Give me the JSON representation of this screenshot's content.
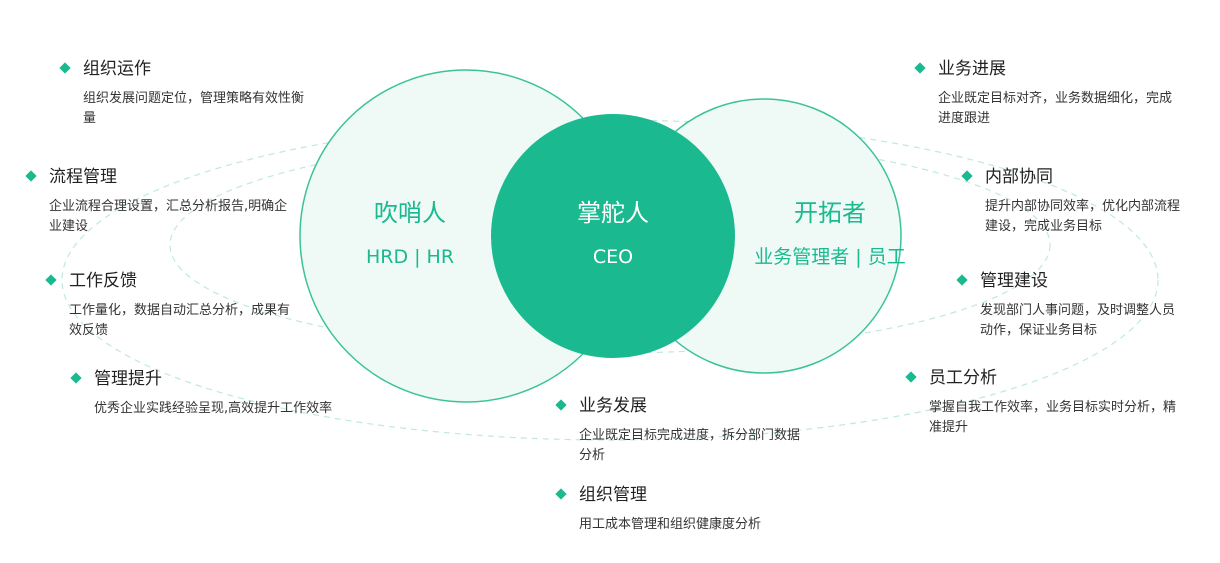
{
  "colors": {
    "accent": "#1bb98f",
    "circle_fill": "#eefaf6",
    "circle_stroke": "#3cc29b",
    "orbit": "#bfe9dc"
  },
  "circles": {
    "left": {
      "title": "吹哨人",
      "subtitle": "HRD | HR"
    },
    "center": {
      "title": "掌舵人",
      "subtitle": "CEO"
    },
    "right": {
      "title": "开拓者",
      "subtitle": "业务管理者 | 员工"
    }
  },
  "features": {
    "org_ops": {
      "title": "组织运作",
      "desc": "组织发展问题定位，管理策略有效性衡量"
    },
    "process_mgmt": {
      "title": "流程管理",
      "desc": "企业流程合理设置，汇总分析报告,明确企业建设"
    },
    "work_feedback": {
      "title": "工作反馈",
      "desc": "工作量化，数据自动汇总分析，成果有效反馈"
    },
    "mgmt_improve": {
      "title": "管理提升",
      "desc": "优秀企业实践经验呈现,高效提升工作效率"
    },
    "biz_dev": {
      "title": "业务发展",
      "desc": "企业既定目标完成进度，拆分部门数据分析"
    },
    "org_mgmt": {
      "title": "组织管理",
      "desc": "用工成本管理和组织健康度分析"
    },
    "biz_progress": {
      "title": "业务进展",
      "desc": "企业既定目标对齐，业务数据细化，完成进度跟进"
    },
    "internal_collab": {
      "title": "内部协同",
      "desc": "提升内部协同效率，优化内部流程建设，完成业务目标"
    },
    "mgmt_build": {
      "title": "管理建设",
      "desc": "发现部门人事问题，及时调整人员动作，保证业务目标"
    },
    "staff_analysis": {
      "title": "员工分析",
      "desc": "掌握自我工作效率，业务目标实时分析，精准提升"
    }
  }
}
